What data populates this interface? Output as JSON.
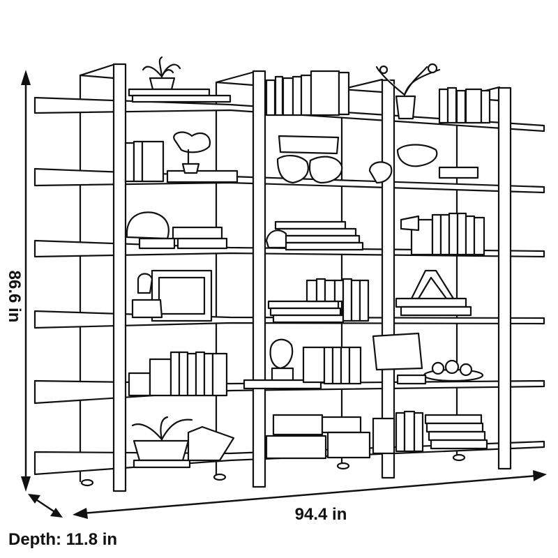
{
  "dimensions": {
    "height": "86.6 in",
    "width": "94.4 in",
    "depth": "Depth: 11.8 in"
  },
  "colors": {
    "line": "#111111",
    "fill": "#ffffff"
  }
}
